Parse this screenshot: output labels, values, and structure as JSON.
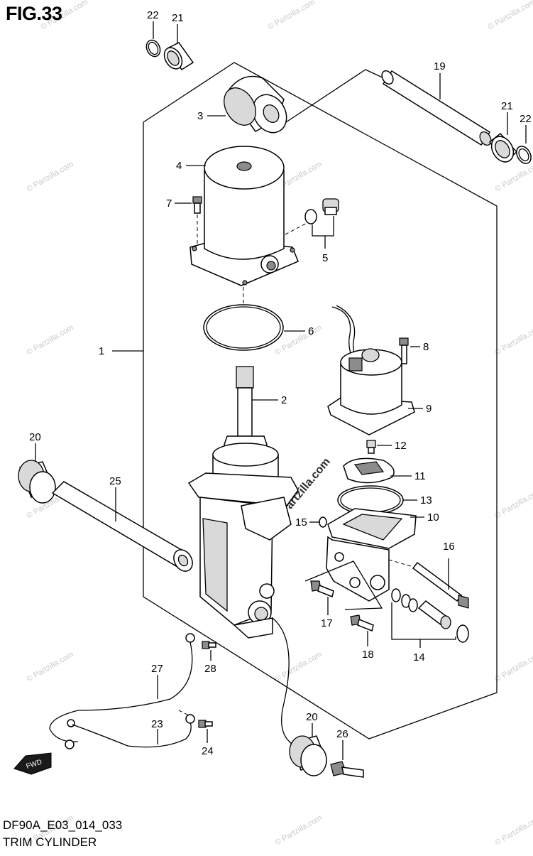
{
  "figure": {
    "title": "FIG.33",
    "code": "DF90A_E03_014_033",
    "name": "TRIM CYLINDER",
    "direction_label": "FWD"
  },
  "watermarks": {
    "small": "© Partzilla.com",
    "center": "© Partzilla.com"
  },
  "callouts": {
    "c1": "1",
    "c2": "2",
    "c3": "3",
    "c4": "4",
    "c5": "5",
    "c6": "6",
    "c7": "7",
    "c8": "8",
    "c9": "9",
    "c10": "10",
    "c11": "11",
    "c12": "12",
    "c13": "13",
    "c14": "14",
    "c15": "15",
    "c16": "16",
    "c17": "17",
    "c18": "18",
    "c19": "19",
    "c20a": "20",
    "c20b": "20",
    "c21a": "21",
    "c21b": "21",
    "c22a": "22",
    "c22b": "22",
    "c23": "23",
    "c24": "24",
    "c25": "25",
    "c26": "26",
    "c27": "27",
    "c28": "28"
  }
}
